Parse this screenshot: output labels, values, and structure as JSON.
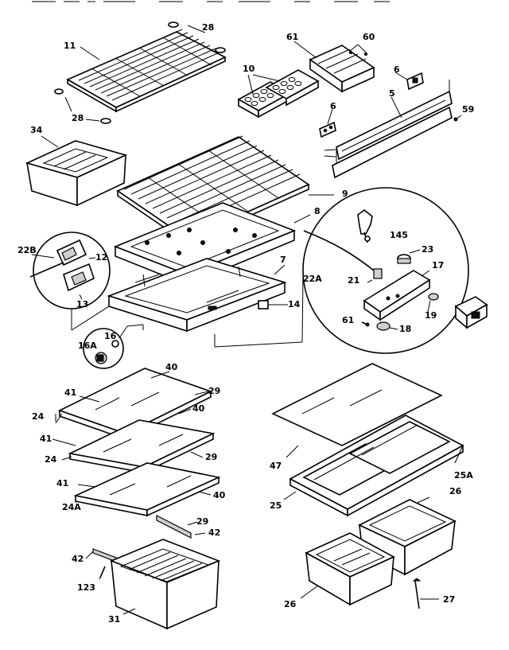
{
  "diagram": {
    "header_fragment": "",
    "callouts": [
      {
        "id": "c-11",
        "text": "11"
      },
      {
        "id": "c-28a",
        "text": "28"
      },
      {
        "id": "c-28b",
        "text": "28"
      },
      {
        "id": "c-61a",
        "text": "61"
      },
      {
        "id": "c-60",
        "text": "60"
      },
      {
        "id": "c-10",
        "text": "10"
      },
      {
        "id": "c-6a",
        "text": "6"
      },
      {
        "id": "c-6b",
        "text": "6"
      },
      {
        "id": "c-5",
        "text": "5"
      },
      {
        "id": "c-59",
        "text": "59"
      },
      {
        "id": "c-34",
        "text": "34"
      },
      {
        "id": "c-9",
        "text": "9"
      },
      {
        "id": "c-8",
        "text": "8"
      },
      {
        "id": "c-22b",
        "text": "22B"
      },
      {
        "id": "c-12",
        "text": "12"
      },
      {
        "id": "c-13",
        "text": "13"
      },
      {
        "id": "c-7",
        "text": "7"
      },
      {
        "id": "c-14",
        "text": "14"
      },
      {
        "id": "c-145",
        "text": "145"
      },
      {
        "id": "c-22a",
        "text": "22A"
      },
      {
        "id": "c-23",
        "text": "23"
      },
      {
        "id": "c-17",
        "text": "17"
      },
      {
        "id": "c-21",
        "text": "21"
      },
      {
        "id": "c-19",
        "text": "19"
      },
      {
        "id": "c-61b",
        "text": "61"
      },
      {
        "id": "c-18",
        "text": "18"
      },
      {
        "id": "c-16",
        "text": "16"
      },
      {
        "id": "c-16a",
        "text": "16A"
      },
      {
        "id": "c-40a",
        "text": "40"
      },
      {
        "id": "c-41a",
        "text": "41"
      },
      {
        "id": "c-29a",
        "text": "29"
      },
      {
        "id": "c-24a",
        "text": "24"
      },
      {
        "id": "c-40b",
        "text": "40"
      },
      {
        "id": "c-41b",
        "text": "41"
      },
      {
        "id": "c-24b",
        "text": "24"
      },
      {
        "id": "c-29b",
        "text": "29"
      },
      {
        "id": "c-41c",
        "text": "41"
      },
      {
        "id": "c-40c",
        "text": "40"
      },
      {
        "id": "c-24c",
        "text": "24A"
      },
      {
        "id": "c-29c",
        "text": "29"
      },
      {
        "id": "c-42a",
        "text": "42"
      },
      {
        "id": "c-42b",
        "text": "42"
      },
      {
        "id": "c-123",
        "text": "123"
      },
      {
        "id": "c-31",
        "text": "31"
      },
      {
        "id": "c-47",
        "text": "47"
      },
      {
        "id": "c-25a",
        "text": "25A"
      },
      {
        "id": "c-25",
        "text": "25"
      },
      {
        "id": "c-26a",
        "text": "26"
      },
      {
        "id": "c-26b",
        "text": "26"
      },
      {
        "id": "c-27",
        "text": "27"
      }
    ]
  }
}
